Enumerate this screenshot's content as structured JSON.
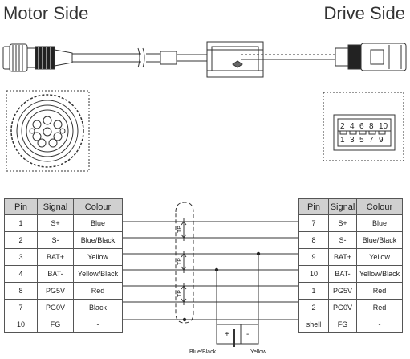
{
  "titles": {
    "motor_side": "Motor Side",
    "drive_side": "Drive Side"
  },
  "motor_table": {
    "headers": [
      "Pin",
      "Signal",
      "Colour"
    ],
    "rows": [
      [
        "1",
        "S+",
        "Blue"
      ],
      [
        "2",
        "S-",
        "Blue/Black"
      ],
      [
        "3",
        "BAT+",
        "Yellow"
      ],
      [
        "4",
        "BAT-",
        "Yellow/Black"
      ],
      [
        "8",
        "PG5V",
        "Red"
      ],
      [
        "7",
        "PG0V",
        "Black"
      ],
      [
        "10",
        "FG",
        "-"
      ]
    ]
  },
  "drive_table": {
    "headers": [
      "Pin",
      "Signal",
      "Colour"
    ],
    "rows": [
      [
        "7",
        "S+",
        "Blue"
      ],
      [
        "8",
        "S-",
        "Blue/Black"
      ],
      [
        "9",
        "BAT+",
        "Yellow"
      ],
      [
        "10",
        "BAT-",
        "Yellow/Black"
      ],
      [
        "1",
        "PG5V",
        "Red"
      ],
      [
        "2",
        "PG0V",
        "Red"
      ],
      [
        "shell",
        "FG",
        "-"
      ]
    ]
  },
  "battery": {
    "plus": "+",
    "minus": "-",
    "left_wire": "Blue/Black",
    "right_wire": "Yellow"
  },
  "twisted_pair_label": "TP",
  "drive_connector_pins": {
    "top": [
      "2",
      "4",
      "6",
      "8",
      "10"
    ],
    "bottom": [
      "1",
      "3",
      "5",
      "7",
      "9"
    ]
  }
}
